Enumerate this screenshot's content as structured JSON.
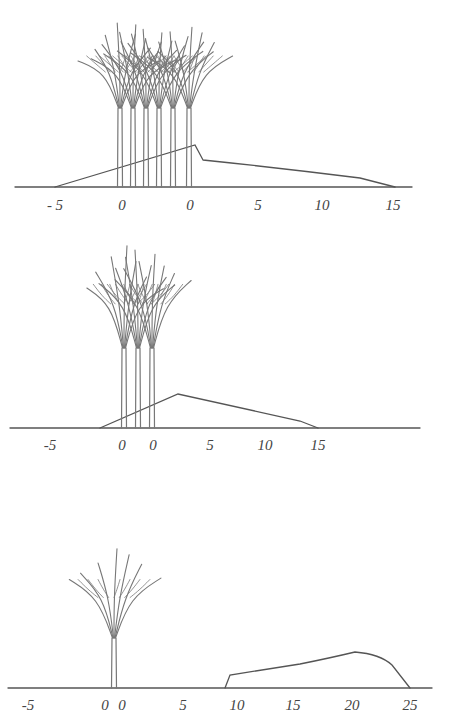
{
  "diagram": {
    "labels": [
      "- 5",
      "0",
      "0",
      "5",
      "10",
      "15",
      "-5",
      "0",
      "0",
      "5",
      "10",
      "15",
      "-5",
      "0",
      "0",
      "5",
      "10",
      "15",
      "20",
      "25"
    ]
  }
}
